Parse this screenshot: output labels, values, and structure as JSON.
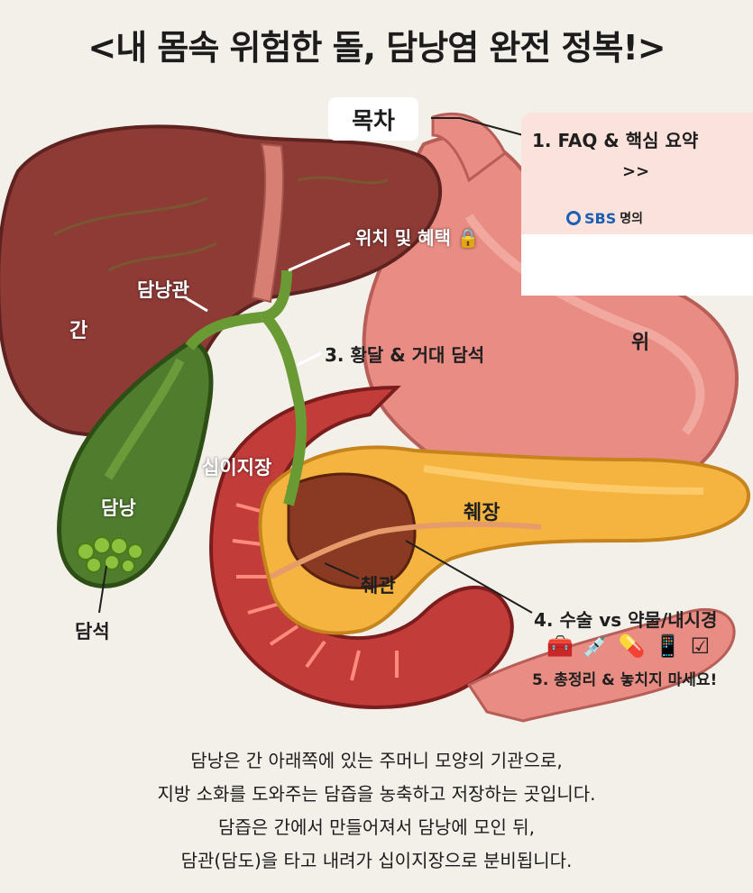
{
  "title": "<내 몸속 위험한 돌, 담낭염 완전 정복!>",
  "toc": {
    "title": "목차",
    "item1": "1. FAQ & 핵심 요약",
    "arrows": ">>",
    "item2": "위치 및 혜택",
    "item3": "3. 황달 & 거대 담석",
    "item4": "4. 수술 vs 약물/내시경",
    "item5": "5. 총정리 & 놓치지 마세요!",
    "lock_icon": "lock-icon",
    "sbs_logo": "SBS",
    "sbs_suffix": "명의"
  },
  "organs": {
    "liver": "간",
    "bile_duct": "담낭관",
    "gallbladder": "담낭",
    "gallstones": "담석",
    "stomach": "위",
    "duodenum": "십이지장",
    "pancreas": "췌장",
    "pancreatic_duct": "췌관"
  },
  "icons": [
    "first-aid-kit-icon",
    "syringe-icon",
    "medicine-icon",
    "phone-icon",
    "checklist-icon"
  ],
  "caption": [
    "담낭은 간 아래쪽에 있는 주머니 모양의 기관으로,",
    "지방 소화를 도와주는 담즙을 농축하고 저장하는 곳입니다.",
    "담즙은 간에서 만들어져서 담낭에 모인 뒤,",
    "담관(담도)을 타고 내려가 십이지장으로 분비됩니다."
  ],
  "colors": {
    "liver": "#8e3a35",
    "stomach": "#e98c83",
    "gallbladder": "#4f7d2d",
    "bile_duct": "#6a9a34",
    "pancreas": "#f4b43f",
    "duodenum": "#c23c3a"
  }
}
